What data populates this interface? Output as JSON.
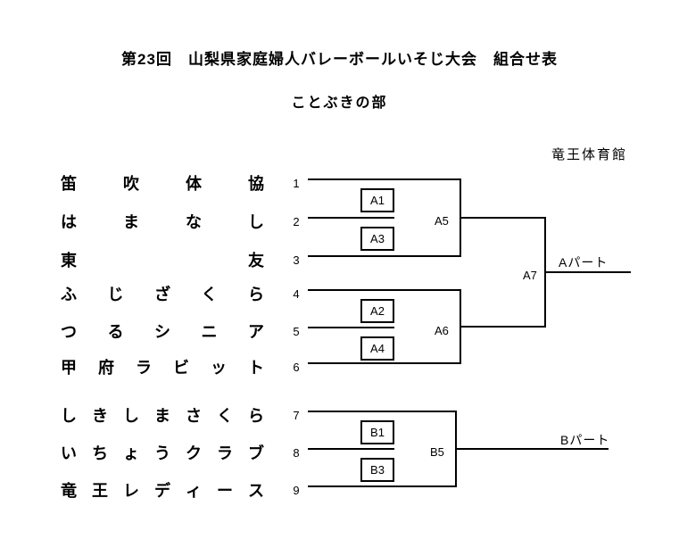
{
  "header": {
    "title": "第23回　山梨県家庭婦人バレーボールいそじ大会　組合せ表",
    "division": "ことぶきの部",
    "venue": "竜王体育館"
  },
  "teams": [
    {
      "seed": "1",
      "name": "笛吹体協"
    },
    {
      "seed": "2",
      "name": "はまなし"
    },
    {
      "seed": "3",
      "name": "東友"
    },
    {
      "seed": "4",
      "name": "ふじざくら"
    },
    {
      "seed": "5",
      "name": "つるシニア"
    },
    {
      "seed": "6",
      "name": "甲府ラビット"
    },
    {
      "seed": "7",
      "name": "しきしまさくら"
    },
    {
      "seed": "8",
      "name": "いちょうクラブ"
    },
    {
      "seed": "9",
      "name": "竜王レディース"
    }
  ],
  "matches": {
    "a1": "A1",
    "a2": "A2",
    "a3": "A3",
    "a4": "A4",
    "a5": "A5",
    "a6": "A6",
    "a7": "A7",
    "b1": "B1",
    "b3": "B3",
    "b5": "B5"
  },
  "advance": {
    "a": "Aパート",
    "b": "Bパート"
  }
}
